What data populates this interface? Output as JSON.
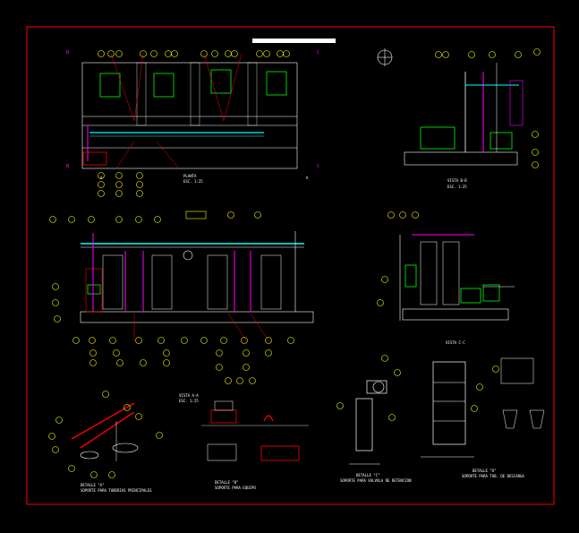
{
  "title_block": "",
  "views": {
    "planta": {
      "title": "PLANTA",
      "scale": "ESC. 1:25"
    },
    "vista_bb": {
      "title": "VISTA B-B",
      "scale": "ESC. 1:25"
    },
    "vista_aa": {
      "title": "VISTA A-A",
      "scale": "ESC. 1:25"
    },
    "vista_cc": {
      "title": "VISTA C-C",
      "scale": ""
    },
    "detalle_a": {
      "title": "DETALLE \"A\"",
      "sub": "SOPORTE PARA TUBERIAS PRINCIPALES"
    },
    "detalle_b": {
      "title": "DETALLE \"B\"",
      "sub": "SOPORTE PARA EQUIPO"
    },
    "detalle_c": {
      "title": "DETALLE \"C\"",
      "sub": "SOPORTE PARA VALVULA DE RETENCION"
    },
    "detalle_d": {
      "title": "DETALLE \"D\"",
      "sub": "SOPORTE PARA TUB. DE DESCARGA"
    }
  },
  "section_marks": {
    "a": "A",
    "b": "B",
    "c": "C"
  },
  "colors": {
    "frame": "#ff0000",
    "lines": "#ffffff",
    "tags": "#ffff00",
    "pipes_cyan": "#00ffff",
    "pipes_magenta": "#ff00ff",
    "equipment": "#00ff00"
  }
}
